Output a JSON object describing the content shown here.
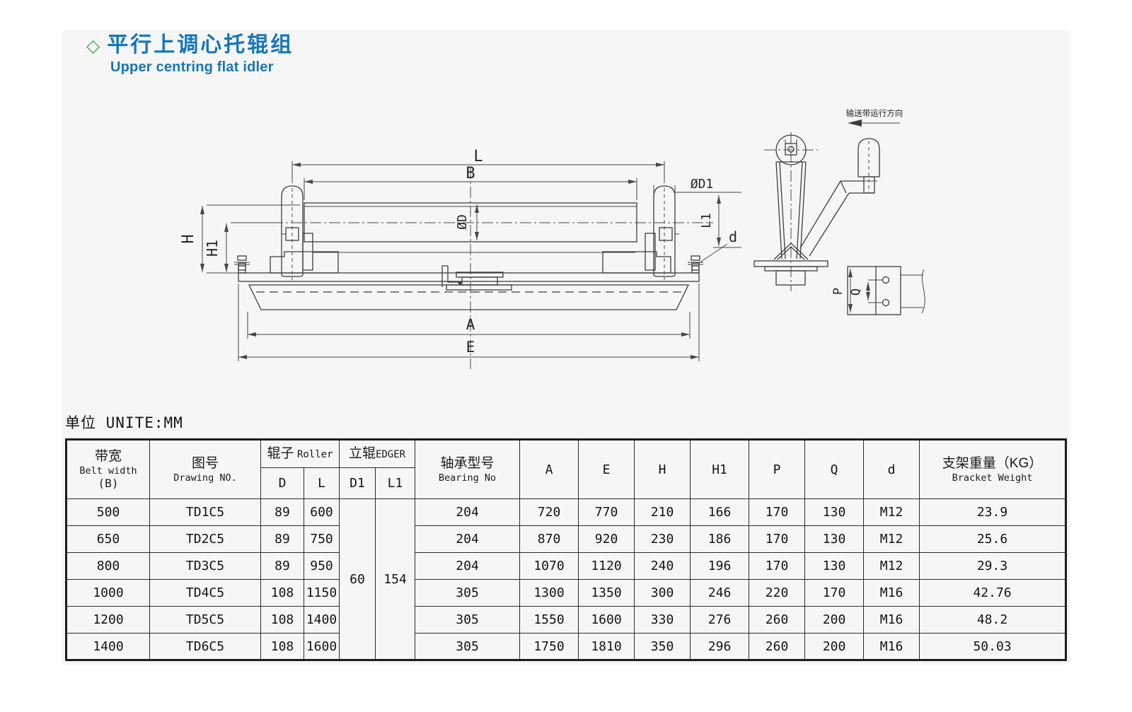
{
  "header": {
    "bullet": "◇",
    "title_zh": "平行上调心托辊组",
    "title_en": "Upper centring flat idler"
  },
  "unit_note": "单位 UNITE:MM",
  "colors": {
    "title_blue": "#1576b9",
    "bullet_green": "#3ba547",
    "panel_gray": "#f6f6f6",
    "line_dark": "#3d3d3d"
  },
  "drawing": {
    "belt_direction": "输送带运行方向",
    "dim_l": "L",
    "dim_b": "B",
    "dim_dia_d1": "ØD1",
    "dim_l1": "L1",
    "dim_dia_d": "ØD",
    "dim_h": "H",
    "dim_h1": "H1",
    "dim_d": "d",
    "dim_a": "A",
    "dim_e": "E",
    "dim_p": "P",
    "dim_q": "Q"
  },
  "table": {
    "col_headers": {
      "belt_width_zh": "带宽",
      "belt_width_en": "Belt width",
      "belt_width_sub": "(B)",
      "drawing_no_zh": "图号",
      "drawing_no_en": "Drawing NO.",
      "roller_zh": "辊子",
      "roller_en": "Roller",
      "roller_d": "D",
      "roller_l": "L",
      "edger_zh": "立辊",
      "edger_en": "EDGER",
      "edger_d1": "D1",
      "edger_l1": "L1",
      "bearing_zh": "轴承型号",
      "bearing_en": "Bearing No",
      "a": "A",
      "e": "E",
      "h": "H",
      "h1": "H1",
      "p": "P",
      "q": "Q",
      "d": "d",
      "weight_zh": "支架重量（KG）",
      "weight_en": "Bracket Weight"
    },
    "merged": {
      "d1": "60",
      "l1": "154"
    },
    "rows": [
      {
        "belt": "500",
        "no": "TD1C5",
        "d": "89",
        "l": "600",
        "bearing": "204",
        "a": "720",
        "e": "770",
        "h": "210",
        "h1": "166",
        "p": "170",
        "q": "130",
        "thread": "M12",
        "weight": "23.9"
      },
      {
        "belt": "650",
        "no": "TD2C5",
        "d": "89",
        "l": "750",
        "bearing": "204",
        "a": "870",
        "e": "920",
        "h": "230",
        "h1": "186",
        "p": "170",
        "q": "130",
        "thread": "M12",
        "weight": "25.6"
      },
      {
        "belt": "800",
        "no": "TD3C5",
        "d": "89",
        "l": "950",
        "bearing": "204",
        "a": "1070",
        "e": "1120",
        "h": "240",
        "h1": "196",
        "p": "170",
        "q": "130",
        "thread": "M12",
        "weight": "29.3"
      },
      {
        "belt": "1000",
        "no": "TD4C5",
        "d": "108",
        "l": "1150",
        "bearing": "305",
        "a": "1300",
        "e": "1350",
        "h": "300",
        "h1": "246",
        "p": "220",
        "q": "170",
        "thread": "M16",
        "weight": "42.76"
      },
      {
        "belt": "1200",
        "no": "TD5C5",
        "d": "108",
        "l": "1400",
        "bearing": "305",
        "a": "1550",
        "e": "1600",
        "h": "330",
        "h1": "276",
        "p": "260",
        "q": "200",
        "thread": "M16",
        "weight": "48.2"
      },
      {
        "belt": "1400",
        "no": "TD6C5",
        "d": "108",
        "l": "1600",
        "bearing": "305",
        "a": "1750",
        "e": "1810",
        "h": "350",
        "h1": "296",
        "p": "260",
        "q": "200",
        "thread": "M16",
        "weight": "50.03"
      }
    ]
  }
}
